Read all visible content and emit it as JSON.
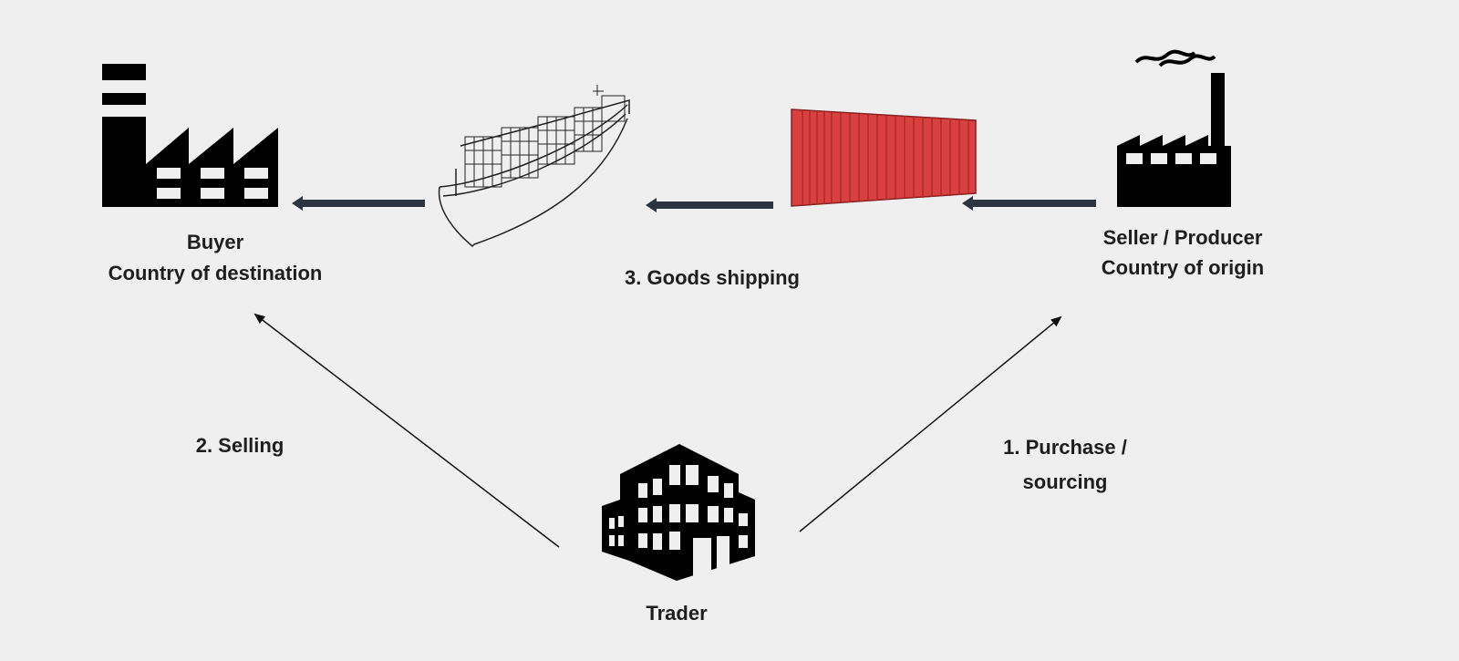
{
  "title": "Trade flow diagram",
  "nodes": {
    "buyer": {
      "line1": "Buyer",
      "line2": "Country of destination",
      "icon": "factory-icon"
    },
    "seller": {
      "line1": "Seller / Producer",
      "line2": "Country of origin",
      "icon": "factory-smoke-icon"
    },
    "trader": {
      "label": "Trader",
      "icon": "office-building-icon"
    },
    "ship": {
      "icon": "container-ship-icon"
    },
    "container": {
      "icon": "shipping-container-icon",
      "color": "#d9403f"
    }
  },
  "steps": {
    "purchase_line1": "1. Purchase /",
    "purchase_line2": "sourcing",
    "selling": "2. Selling",
    "shipping": "3. Goods shipping"
  },
  "colors": {
    "background": "#efefef",
    "arrow": "#2c3440",
    "icon": "#000000"
  }
}
